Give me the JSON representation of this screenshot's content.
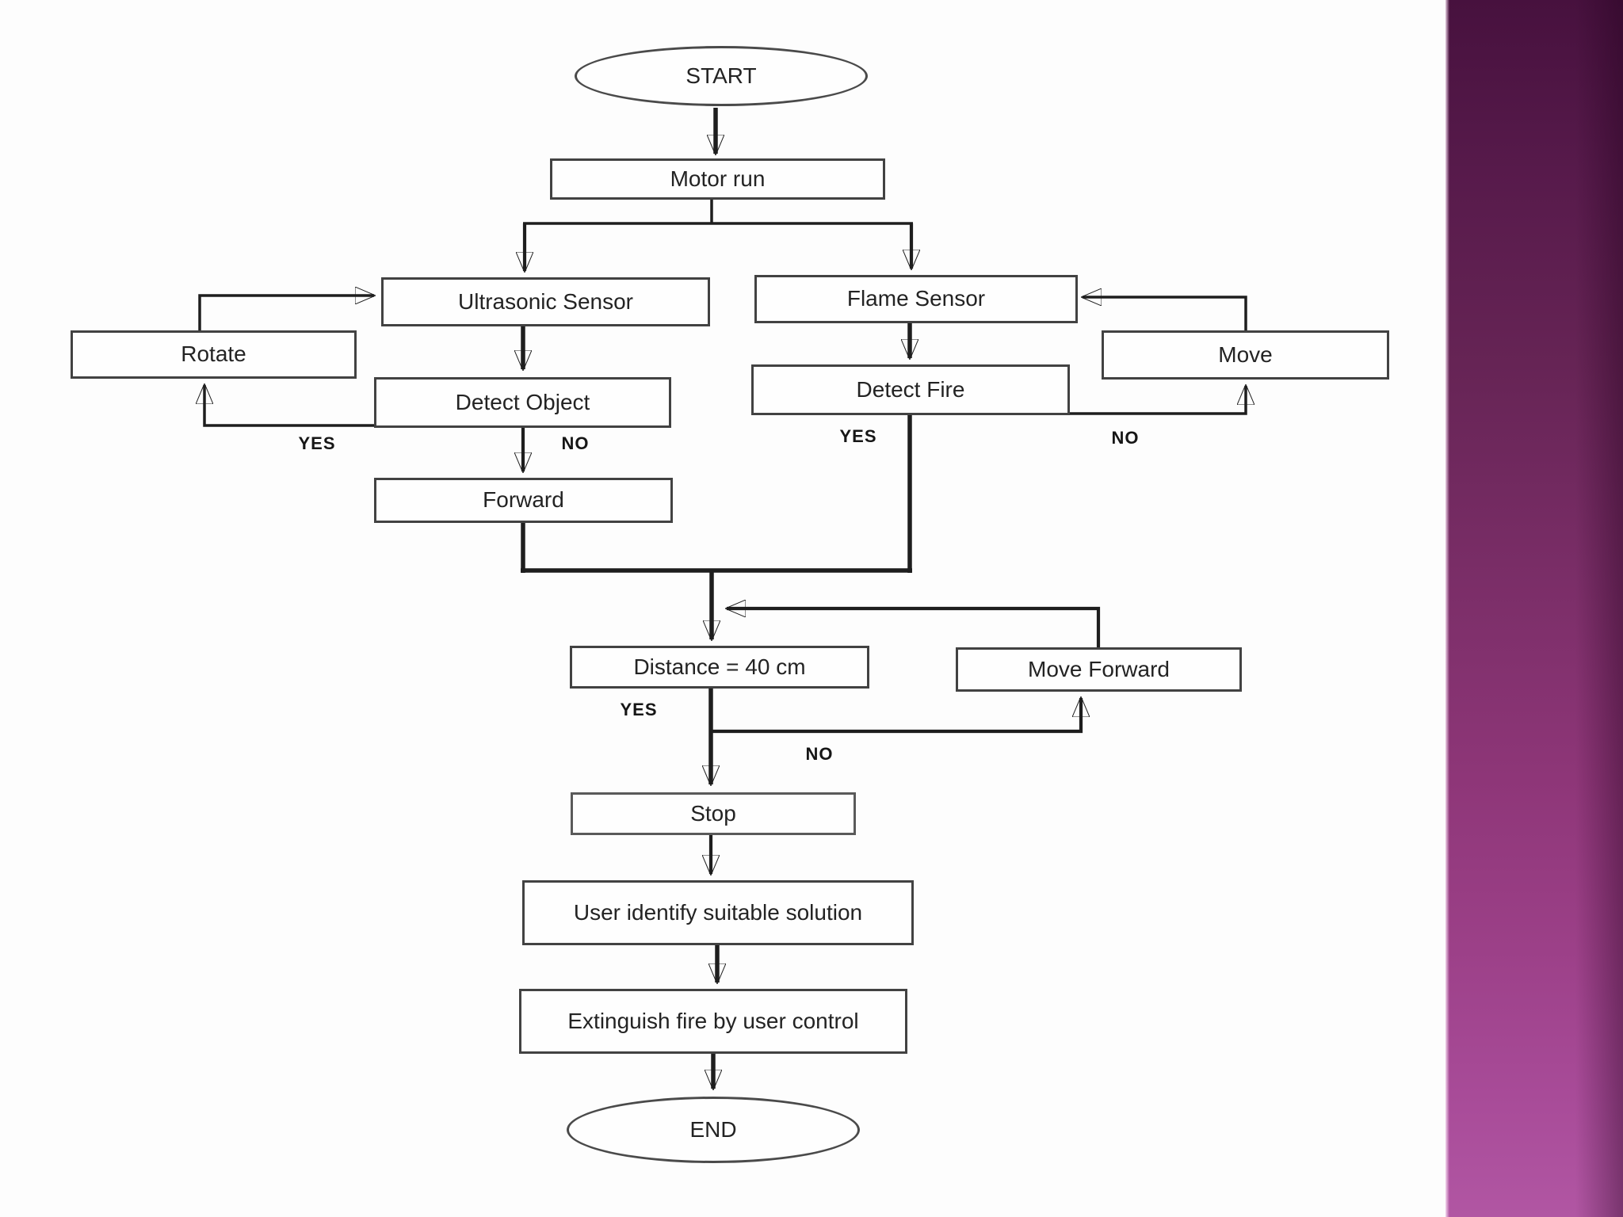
{
  "slide": {
    "background_color": "#fdfdfd",
    "sidebar_colors": {
      "top": "#47113e",
      "middle": "#8e3678",
      "bottom": "#b156a3"
    }
  },
  "flowchart": {
    "line_color": "#1e1e1e",
    "nodes": {
      "start": {
        "label": "START",
        "shape": "terminator"
      },
      "motor_run": {
        "label": "Motor run",
        "shape": "process"
      },
      "ultrasonic": {
        "label": "Ultrasonic Sensor",
        "shape": "process"
      },
      "flame": {
        "label": "Flame Sensor",
        "shape": "process"
      },
      "rotate": {
        "label": "Rotate",
        "shape": "process"
      },
      "move": {
        "label": "Move",
        "shape": "process"
      },
      "detect_object": {
        "label": "Detect Object",
        "shape": "process"
      },
      "detect_fire": {
        "label": "Detect Fire",
        "shape": "process"
      },
      "forward": {
        "label": "Forward",
        "shape": "process"
      },
      "distance": {
        "label": "Distance = 40 cm",
        "shape": "process"
      },
      "move_forward": {
        "label": "Move Forward",
        "shape": "process"
      },
      "stop": {
        "label": "Stop",
        "shape": "process"
      },
      "user_identify": {
        "label": "User identify suitable solution",
        "shape": "process"
      },
      "extinguish": {
        "label": "Extinguish fire by user control",
        "shape": "process"
      },
      "end": {
        "label": "END",
        "shape": "terminator"
      }
    },
    "edge_labels": {
      "detect_object_yes": "YES",
      "detect_object_no": "NO",
      "detect_fire_yes": "YES",
      "detect_fire_no": "NO",
      "distance_yes": "YES",
      "distance_no": "NO"
    },
    "edges": [
      {
        "from": "start",
        "to": "motor_run",
        "label": ""
      },
      {
        "from": "motor_run",
        "to": "ultrasonic",
        "label": ""
      },
      {
        "from": "motor_run",
        "to": "flame",
        "label": ""
      },
      {
        "from": "ultrasonic",
        "to": "detect_object",
        "label": ""
      },
      {
        "from": "flame",
        "to": "detect_fire",
        "label": ""
      },
      {
        "from": "detect_object",
        "to": "rotate",
        "label": "YES"
      },
      {
        "from": "rotate",
        "to": "ultrasonic",
        "label": ""
      },
      {
        "from": "detect_object",
        "to": "forward",
        "label": "NO"
      },
      {
        "from": "detect_fire",
        "to": "move",
        "label": "NO"
      },
      {
        "from": "move",
        "to": "flame",
        "label": ""
      },
      {
        "from": "detect_fire",
        "to": "distance",
        "label": "YES"
      },
      {
        "from": "forward",
        "to": "distance",
        "label": ""
      },
      {
        "from": "distance",
        "to": "stop",
        "label": "YES"
      },
      {
        "from": "distance",
        "to": "move_forward",
        "label": "NO"
      },
      {
        "from": "move_forward",
        "to": "distance",
        "label": ""
      },
      {
        "from": "stop",
        "to": "user_identify",
        "label": ""
      },
      {
        "from": "user_identify",
        "to": "extinguish",
        "label": ""
      },
      {
        "from": "extinguish",
        "to": "end",
        "label": ""
      }
    ]
  }
}
